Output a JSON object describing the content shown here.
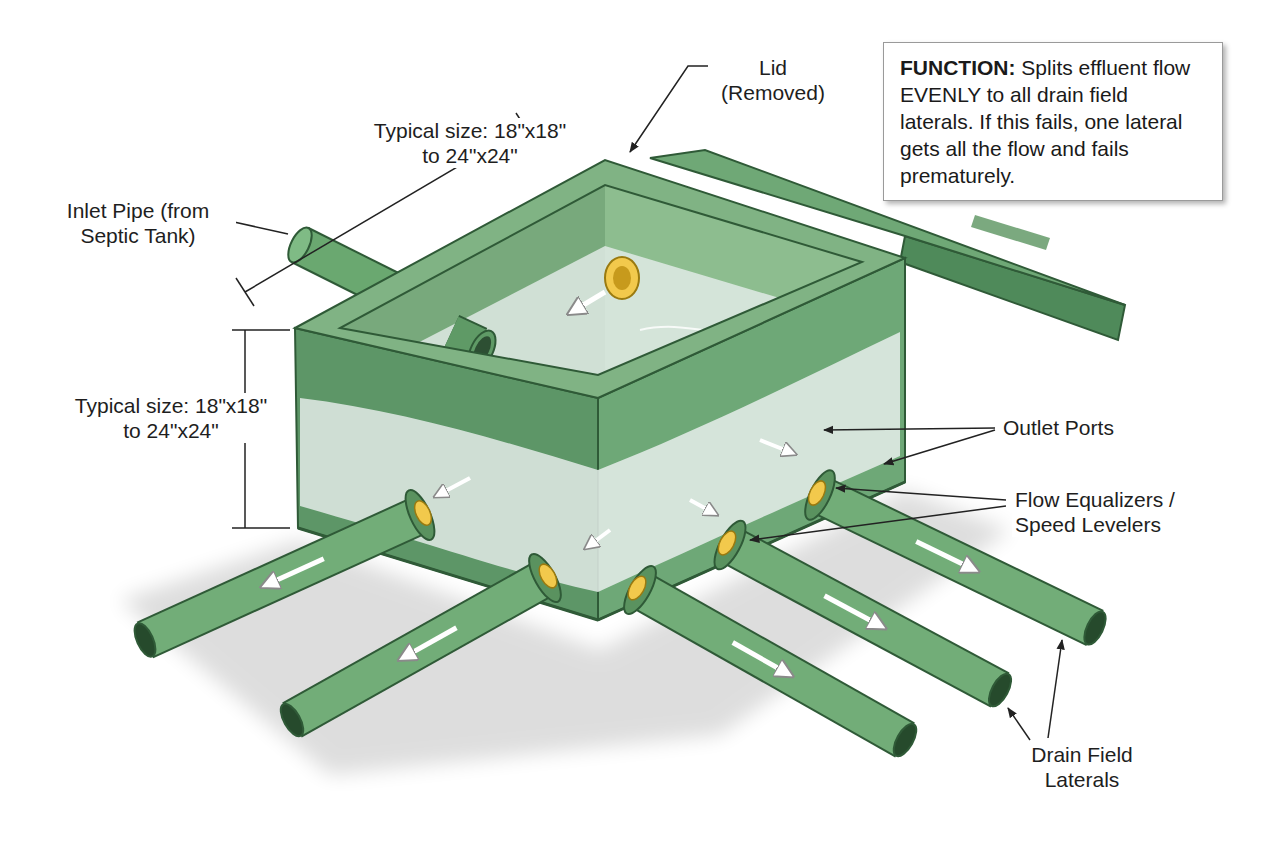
{
  "diagram": {
    "nodes": [
      {
        "text": [
          "FUNCTION:",
          "Splits effluent flow EVENLY to all drain field laterals.  If this fails, one lateral gets all the flow and fails prematurely."
        ]
      }
    ],
    "labels": [
      "Lid (Removed)",
      "Typical size: 18\"x18\" to 24\"x24\"",
      "Typical size: 18\"x18\" to 24\"x24\"",
      "Inlet Pipe (from Septic Tank)",
      "Outlet Ports",
      "Flow Equalizers / Speed Levelers",
      "Drain Field Laterals"
    ]
  }
}
